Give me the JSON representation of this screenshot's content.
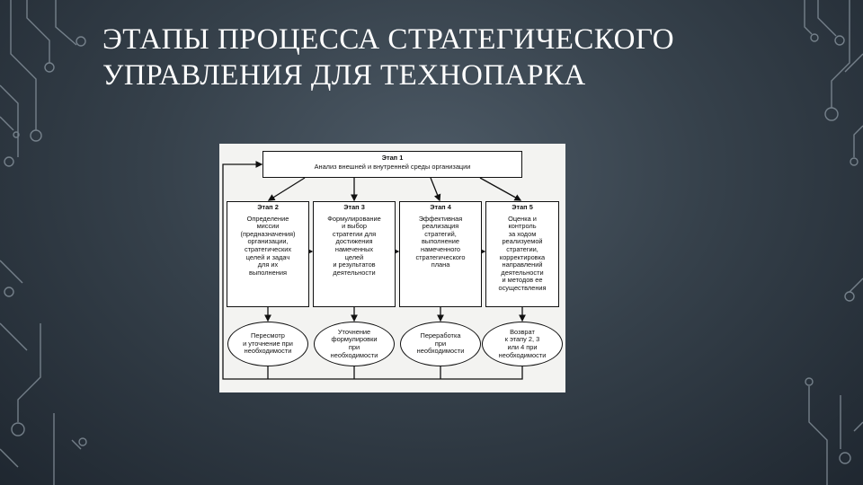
{
  "slide": {
    "title_line1": "ЭТАПЫ ПРОЦЕССА СТРАТЕГИЧЕСКОГО",
    "title_line2": "УПРАВЛЕНИЯ ДЛЯ ТЕХНОПАРКА"
  },
  "diagram": {
    "stage1": {
      "label": "Этап 1",
      "text": "Анализ внешней и внутренней среды организации"
    },
    "stages": [
      {
        "label": "Этап 2",
        "text": "Определение\nмиссии\n(предназначения)\nорганизации,\nстратегических\nцелей и задач\nдля их\nвыполнения"
      },
      {
        "label": "Этап 3",
        "text": "Формулирование\nи выбор\nстратегии для\nдостижения\nнамеченных\nцелей\nи результатов\nдеятельности"
      },
      {
        "label": "Этап 4",
        "text": "Эффективная\nреализация\nстратегий,\nвыполнение\nнамеченного\nстратегического\nплана"
      },
      {
        "label": "Этап 5",
        "text": "Оценка и\nконтроль\nза ходом\nреализуемой\nстратегии,\nкорректировка\nнаправлений\nдеятельности\nи методов ее\nосуществления"
      }
    ],
    "feedback": [
      "Пересмотр\nи уточнение при\nнеобходимости",
      "Уточнение\nформулировки\nпри\nнеобходимости",
      "Переработка\nпри\nнеобходимости",
      "Возврат\nк этапу 2, 3\nили 4 при\nнеобходимости"
    ]
  }
}
